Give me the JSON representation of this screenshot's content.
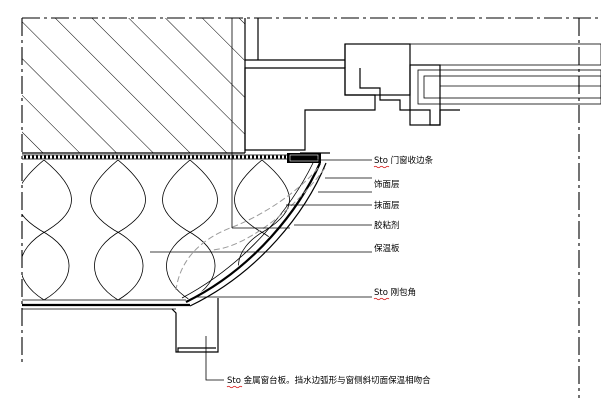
{
  "colors": {
    "line": "#000000",
    "background": "#ffffff",
    "sto_underline": "#d00000",
    "dashed_guide": "#9a9a9a"
  },
  "callouts": {
    "window_trim": "Sto 门窗收边条",
    "finish_coat": "饰面层",
    "base_coat": "抹面层",
    "adhesive": "胶粘剂",
    "insulation_board": "保温板",
    "corner_bead": "Sto 刚包角",
    "metal_sill": "Sto 金属窗台板。挡水边弧形与窗侧斜切面保温相吻合"
  }
}
